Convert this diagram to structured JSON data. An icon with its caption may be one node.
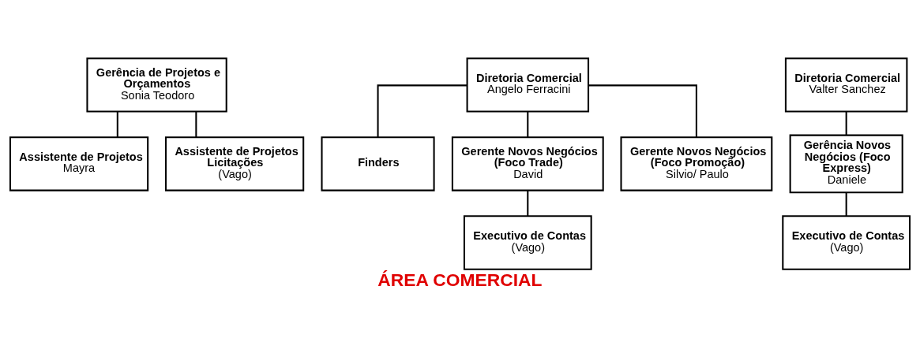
{
  "diagram": {
    "title": "ÁREA COMERCIAL",
    "nodes": [
      {
        "text": [
          "Gerência de Projetos e Orçamentos",
          "Sonia Teodoro"
        ]
      },
      {
        "text": [
          "Assistente de Projetos",
          "Mayra"
        ]
      },
      {
        "text": [
          "Assistente de Projetos Licitações",
          "(Vago)"
        ]
      },
      {
        "text": [
          "Diretoria Comercial",
          "Angelo Ferracini"
        ]
      },
      {
        "text": [
          "Finders"
        ]
      },
      {
        "text": [
          "Gerente Novos Negócios (Foco Trade)",
          "David"
        ]
      },
      {
        "text": [
          "Gerente Novos Negócios (Foco Promoção)",
          "Silvio/ Paulo"
        ]
      },
      {
        "text": [
          "Executivo de Contas",
          "(Vago)"
        ]
      },
      {
        "text": [
          "Diretoria Comercial",
          "Valter Sanchez"
        ]
      },
      {
        "text": [
          "Gerência Novos Negócios (Foco Express)",
          "Daniele"
        ]
      },
      {
        "text": [
          "Executivo de Contas",
          "(Vago)"
        ]
      }
    ],
    "edges": [
      {
        "from": 0,
        "to": 1,
        "arrow": "none"
      },
      {
        "from": 0,
        "to": 2,
        "arrow": "none"
      },
      {
        "from": 3,
        "to": 4,
        "arrow": "none"
      },
      {
        "from": 3,
        "to": 5,
        "arrow": "none"
      },
      {
        "from": 3,
        "to": 6,
        "arrow": "none"
      },
      {
        "from": 5,
        "to": 7,
        "arrow": "none"
      },
      {
        "from": 8,
        "to": 9,
        "arrow": "none"
      },
      {
        "from": 9,
        "to": 10,
        "arrow": "none"
      }
    ]
  }
}
